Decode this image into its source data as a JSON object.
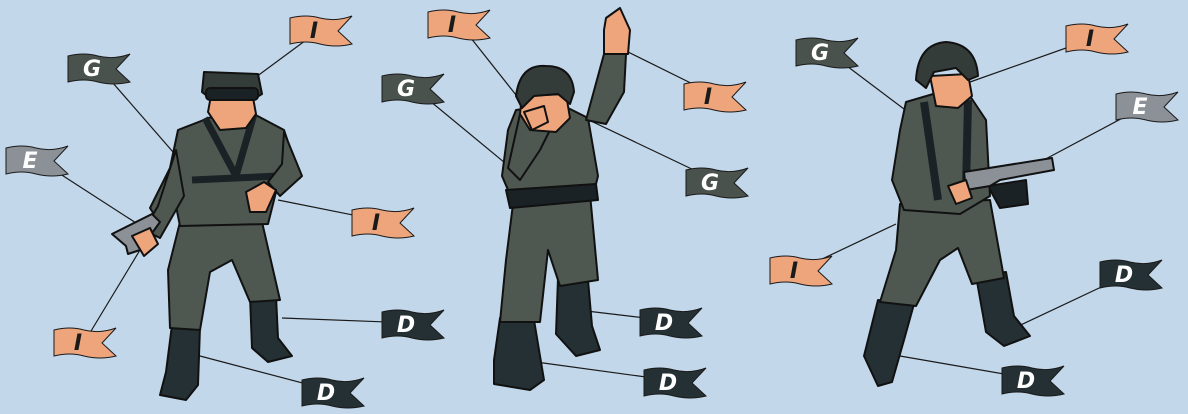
{
  "colors": {
    "background": "#c2d7ea",
    "I": "#efa57c",
    "G": "#4a524d",
    "E": "#8b9197",
    "D": "#243034",
    "figure_dark": "#3b443f",
    "figure_mid": "#505a53",
    "figure_light": "#66705f",
    "outline": "#111111",
    "skin": "#efa57c"
  },
  "legend_codes": {
    "I": "I",
    "G": "G",
    "E": "E",
    "D": "D"
  },
  "figures": [
    {
      "name": "soldier-cap-pistol"
    },
    {
      "name": "soldier-helmet-arm-raised"
    },
    {
      "name": "soldier-helmet-flamethrower"
    }
  ],
  "flags": [
    {
      "code": "G"
    },
    {
      "code": "I"
    },
    {
      "code": "E"
    },
    {
      "code": "I"
    },
    {
      "code": "I"
    },
    {
      "code": "D"
    },
    {
      "code": "D"
    },
    {
      "code": "I"
    },
    {
      "code": "G"
    },
    {
      "code": "I"
    },
    {
      "code": "G"
    },
    {
      "code": "D"
    },
    {
      "code": "D"
    },
    {
      "code": "G"
    },
    {
      "code": "I"
    },
    {
      "code": "E"
    },
    {
      "code": "I"
    },
    {
      "code": "D"
    },
    {
      "code": "D"
    }
  ]
}
